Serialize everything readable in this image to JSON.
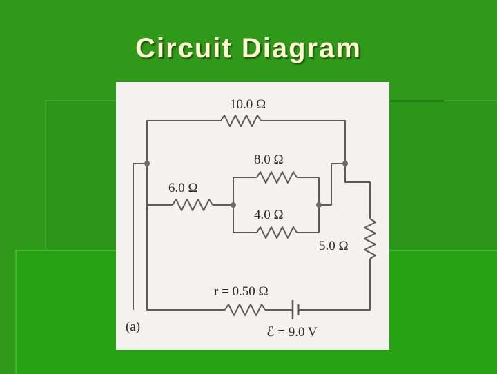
{
  "slide": {
    "title": "Circuit Diagram"
  },
  "colors": {
    "background": "#2f9a1a",
    "title_text": "#fffbd0",
    "scan_paper": "#f4f2ef",
    "wire": "#5a5a5a"
  },
  "figure": {
    "label": "(a)",
    "resistors": {
      "r10": "10.0 Ω",
      "r8": "8.0 Ω",
      "r6": "6.0 Ω",
      "r4": "4.0 Ω",
      "r5": "5.0 Ω",
      "internal": "r = 0.50 Ω"
    },
    "battery": "ℰ = 9.0 V"
  }
}
